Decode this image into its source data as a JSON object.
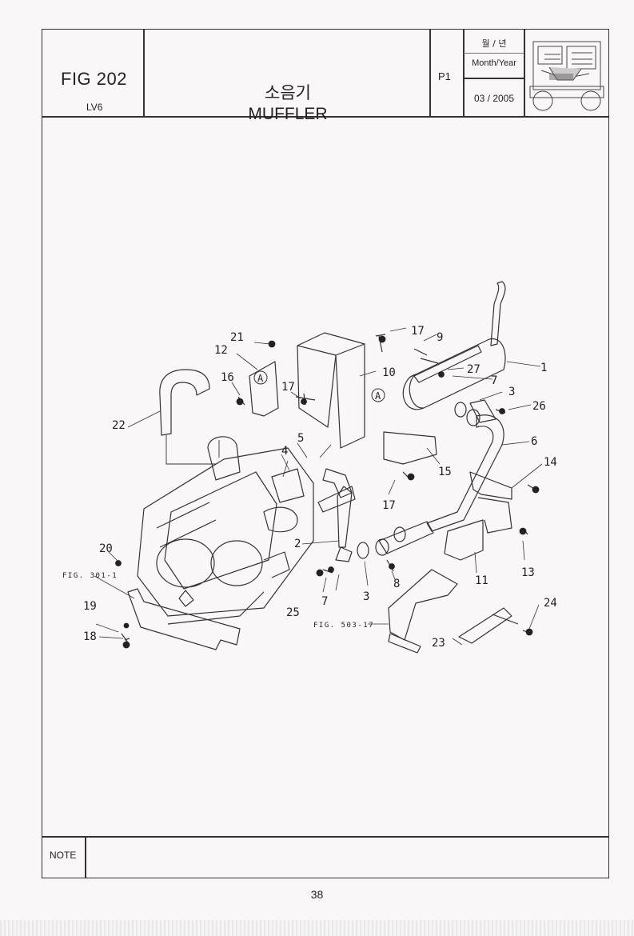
{
  "header": {
    "fig_no": "FIG 202",
    "model": "LV6",
    "title_ko": "소음기",
    "title_en": "MUFFLER",
    "page": "P1",
    "month_year_ko": "월 / 년",
    "month_year_en": "Month/Year",
    "date": "03 / 2005"
  },
  "diagram": {
    "callouts": [
      "1",
      "2",
      "3",
      "3",
      "4",
      "5",
      "6",
      "7",
      "7",
      "8",
      "9",
      "10",
      "11",
      "12",
      "13",
      "14",
      "15",
      "16",
      "17",
      "17",
      "17",
      "18",
      "19",
      "20",
      "21",
      "22",
      "23",
      "24",
      "25",
      "26",
      "27"
    ],
    "markers": [
      "A",
      "A"
    ],
    "references": [
      "FIG. 301-1",
      "FIG. 503-17"
    ]
  },
  "footer": {
    "note_label": "NOTE",
    "page_number": "38"
  }
}
